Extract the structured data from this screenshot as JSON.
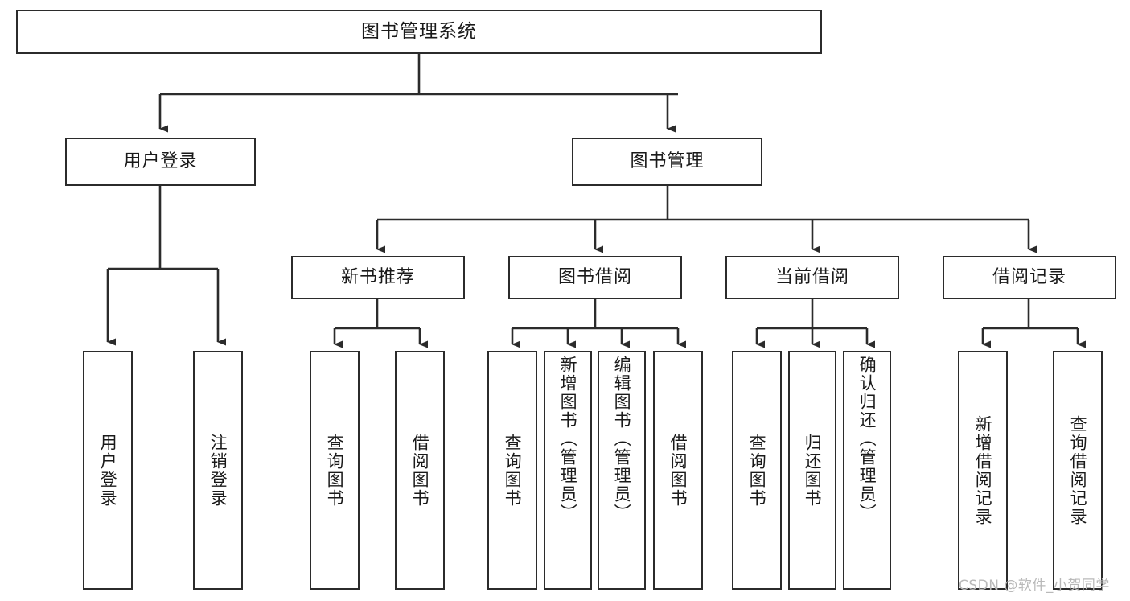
{
  "diagram": {
    "kind": "function-structure-tree",
    "root": {
      "id": "root",
      "label": "图书管理系统"
    },
    "level2": [
      {
        "id": "user-login",
        "label": "用户登录"
      },
      {
        "id": "book-manage",
        "label": "图书管理"
      }
    ],
    "level3": [
      {
        "id": "new-book-recommend",
        "label": "新书推荐",
        "parent": "book-manage"
      },
      {
        "id": "book-borrow",
        "label": "图书借阅",
        "parent": "book-manage"
      },
      {
        "id": "current-borrow",
        "label": "当前借阅",
        "parent": "book-manage"
      },
      {
        "id": "borrow-record",
        "label": "借阅记录",
        "parent": "book-manage"
      }
    ],
    "leaves": {
      "user_login": [
        {
          "id": "leaf-user-login",
          "label": "用户登录"
        },
        {
          "id": "leaf-user-logout",
          "label": "注销登录"
        }
      ],
      "new_book_recommend": [
        {
          "id": "leaf-query-book-1",
          "label": "查询图书"
        },
        {
          "id": "leaf-borrow-book-1",
          "label": "借阅图书"
        }
      ],
      "book_borrow": [
        {
          "id": "leaf-query-book-2",
          "label": "查询图书"
        },
        {
          "id": "leaf-add-book",
          "label": "新增图书（管理员）"
        },
        {
          "id": "leaf-edit-book",
          "label": "编辑图书（管理员）"
        },
        {
          "id": "leaf-borrow-book-2",
          "label": "借阅图书"
        }
      ],
      "current_borrow": [
        {
          "id": "leaf-query-book-3",
          "label": "查询图书"
        },
        {
          "id": "leaf-return-book",
          "label": "归还图书"
        },
        {
          "id": "leaf-confirm-return",
          "label": "确认归还（管理员）"
        }
      ],
      "borrow_record": [
        {
          "id": "leaf-add-record",
          "label": "新增借阅记录"
        },
        {
          "id": "leaf-query-record",
          "label": "查询借阅记录"
        }
      ]
    },
    "watermark": "CSDN @软件_小贺同学",
    "colors": {
      "stroke": "#2b2b2b",
      "fill": "#ffffff",
      "text": "#1a1a1a",
      "watermark": "#b9b9b9"
    }
  }
}
